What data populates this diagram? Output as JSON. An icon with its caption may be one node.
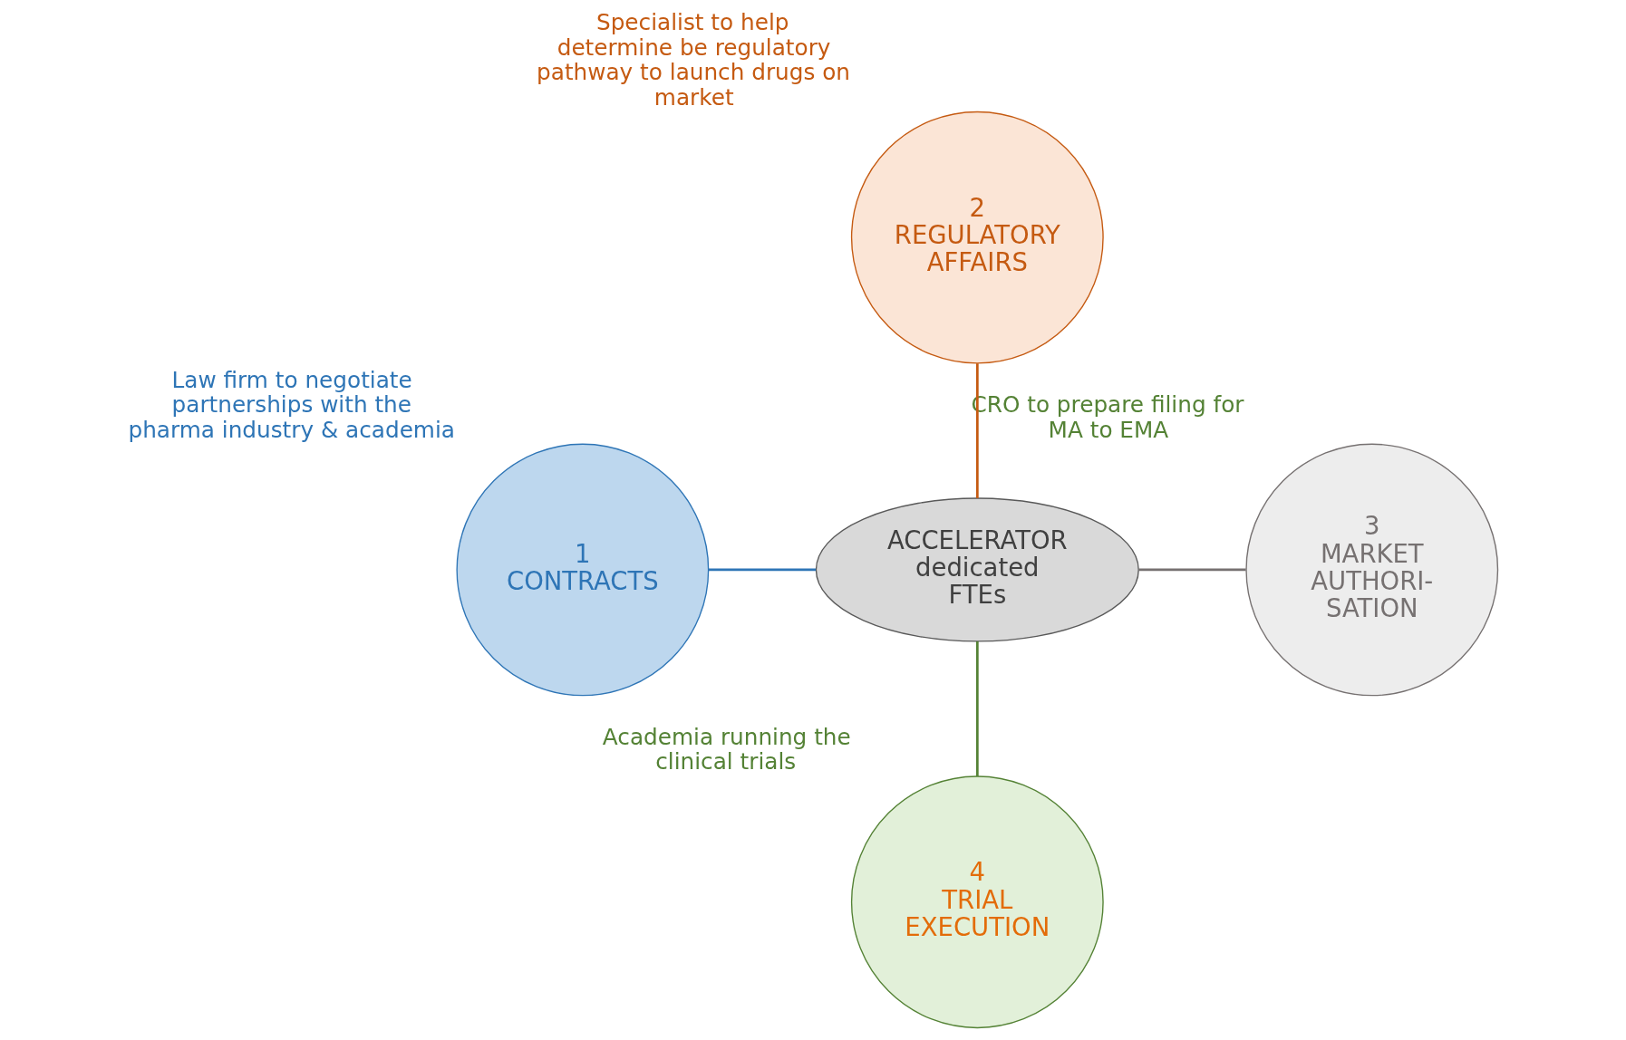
{
  "diagram": {
    "nodes": [
      {
        "text": [
          "ACCELERATOR",
          "dedicated FTEs"
        ]
      },
      {
        "text": [
          "1",
          "CONTRACTS"
        ],
        "beside": [
          "Law firm to negotiate partnerships with the pharma industry & academia"
        ]
      },
      {
        "text": [
          "2",
          "REGULATORY AFFAIRS"
        ],
        "beside": [
          "Specialist to help determine be regulatory pathway to launch drugs on market"
        ]
      },
      {
        "text": [
          "3",
          "MARKET AUTHORI- SATION"
        ],
        "beside": [
          "CRO to prepare filing for MA to EMA"
        ]
      },
      {
        "text": [
          "4",
          "TRIAL EXECUTION"
        ],
        "beside": [
          "Academia running the clinical trials"
        ]
      }
    ],
    "edges": [
      {
        "from": 1,
        "to": 0,
        "arrow": "none",
        "color": "#2e75b6"
      },
      {
        "from": 2,
        "to": 0,
        "arrow": "none",
        "color": "#c55a11"
      },
      {
        "from": 0,
        "to": 3,
        "arrow": "none",
        "color": "#767171"
      },
      {
        "from": 0,
        "to": 4,
        "arrow": "none",
        "color": "#548235"
      }
    ]
  }
}
